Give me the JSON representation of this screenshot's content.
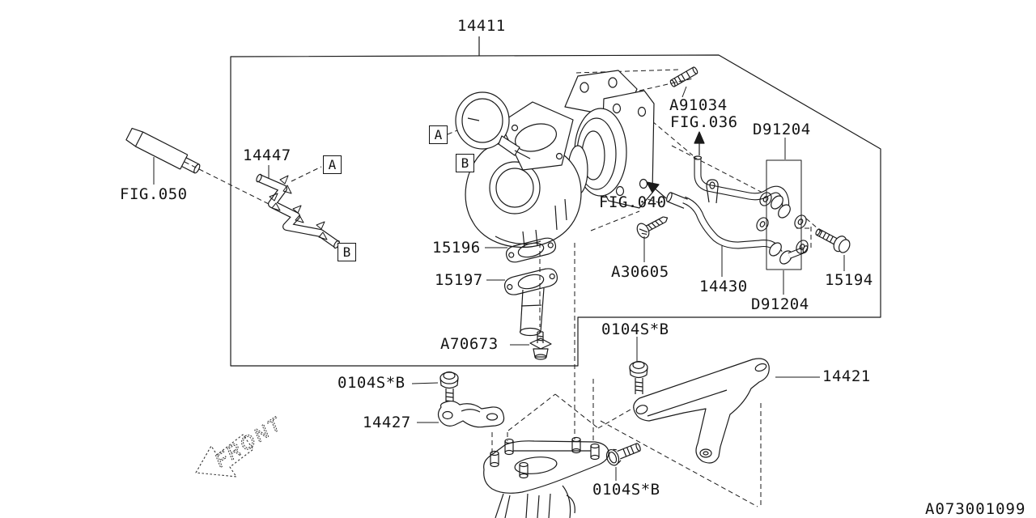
{
  "diagram": {
    "figure_title_part": "14411",
    "doc_number": "A073001099",
    "front_label": "FRONT",
    "callouts": {
      "a": "A",
      "b": "B"
    },
    "parts": {
      "p14411": "14411",
      "pA91034": "A91034",
      "pFIG036": "FIG.036",
      "pD91204": "D91204",
      "p14447": "14447",
      "pFIG050": "FIG.050",
      "p15196": "15196",
      "p15197": "15197",
      "pFIG040": "FIG.040",
      "pA30605": "A30605",
      "p14430": "14430",
      "p15194": "15194",
      "pA70673": "A70673",
      "p0104SB": "0104S*B",
      "p14427": "14427",
      "p14421": "14421"
    }
  }
}
